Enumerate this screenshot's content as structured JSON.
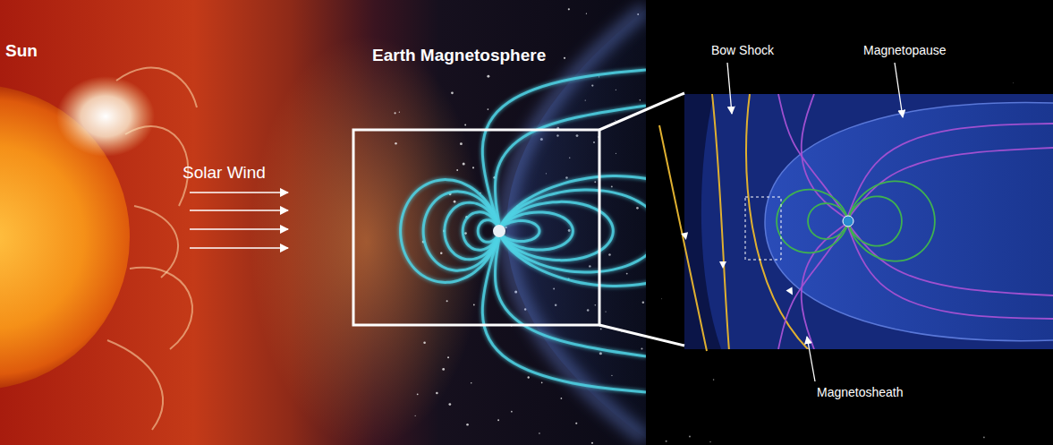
{
  "diagram": {
    "labels": [
      "Sun",
      "Solar Wind",
      "Earth Magnetosphere",
      "Bow Shock",
      "Magnetopause",
      "Magnetosheath"
    ]
  }
}
